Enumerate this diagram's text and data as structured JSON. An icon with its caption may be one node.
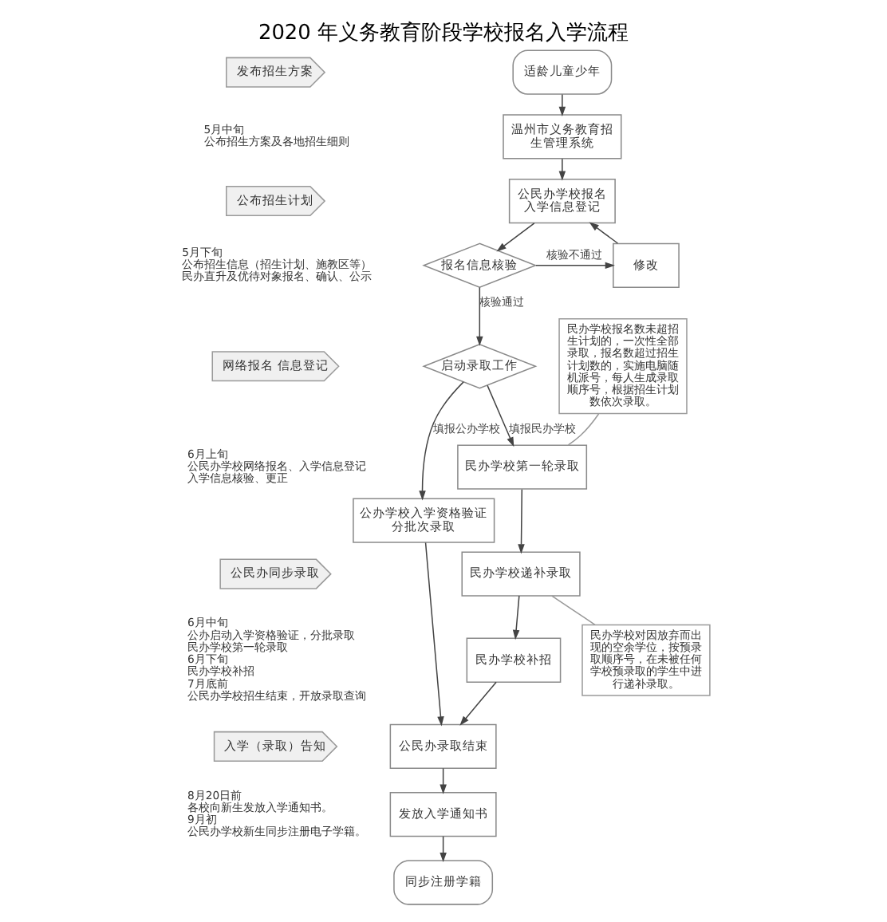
{
  "diagram": {
    "title": "2020 年义务教育阶段学校报名入学流程",
    "nodes": [
      {
        "text": [
          "发布招生方案"
        ],
        "beside": [
          "5月中旬",
          "公布招生方案及各地招生细则"
        ]
      },
      {
        "text": [
          "公布招生计划"
        ],
        "beside": [
          "5月下旬",
          "公布招生信息（招生计划、施教区等）",
          "民办直升及优待对象报名、确认、公示"
        ]
      },
      {
        "text": [
          "网络报名 信息登记"
        ],
        "beside": [
          "6月上旬",
          "公民办学校网络报名、入学信息登记",
          "入学信息核验、更正"
        ]
      },
      {
        "text": [
          "公民办同步录取"
        ],
        "beside": [
          "6月中旬",
          "公办启动入学资格验证，分批录取",
          "民办学校第一轮录取",
          "6月下旬",
          "民办学校补招",
          "7月底前",
          "公民办学校招生结束，开放录取查询"
        ]
      },
      {
        "text": [
          "入学（录取）告知"
        ],
        "beside": [
          "8月20日前",
          "各校向新生发放入学通知书。",
          "9月初",
          "公民办学校新生同步注册电子学籍。"
        ]
      },
      {
        "text": [
          "适龄儿童少年"
        ]
      },
      {
        "text": [
          "温州市义务教育招生管理系统"
        ]
      },
      {
        "text": [
          "公民办学校报名入学信息登记"
        ]
      },
      {
        "text": [
          "报名信息核验"
        ]
      },
      {
        "text": [
          "修改"
        ]
      },
      {
        "text": [
          "启动录取工作"
        ]
      },
      {
        "text": [
          "公办学校入学资格验证分批次录取"
        ]
      },
      {
        "text": [
          "民办学校第一轮录取"
        ]
      },
      {
        "text": [
          "民办学校递补录取"
        ]
      },
      {
        "text": [
          "民办学校补招"
        ]
      },
      {
        "text": [
          "公民办录取结束"
        ]
      },
      {
        "text": [
          "发放入学通知书"
        ]
      },
      {
        "text": [
          "同步注册学籍"
        ]
      },
      {
        "text": [
          "民办学校报名数未超招生计划的，一次性全部录取，报名数超过招生计划数的，实施电脑随机派号，每人生成录取顺序号，根据招生计划数依次录取。"
        ]
      },
      {
        "text": [
          "民办学校对因放弃而出现的空余学位，按预录取顺序号，在未被任何学校预录取的学生中进行递补录取。"
        ]
      }
    ],
    "edges": [
      {
        "from": 5,
        "to": 6,
        "arrow": "to"
      },
      {
        "from": 6,
        "to": 7,
        "arrow": "to"
      },
      {
        "from": 7,
        "to": 8,
        "arrow": "to"
      },
      {
        "from": 8,
        "to": 9,
        "arrow": "to",
        "label": "核验不通过"
      },
      {
        "from": 9,
        "to": 7,
        "arrow": "to"
      },
      {
        "from": 8,
        "to": 10,
        "arrow": "to",
        "label": "核验通过"
      },
      {
        "from": 10,
        "to": 11,
        "arrow": "to",
        "label": "填报公办学校"
      },
      {
        "from": 10,
        "to": 12,
        "arrow": "to",
        "label": "填报民办学校"
      },
      {
        "from": 12,
        "to": 13,
        "arrow": "to"
      },
      {
        "from": 13,
        "to": 14,
        "arrow": "to"
      },
      {
        "from": 11,
        "to": 15,
        "arrow": "to"
      },
      {
        "from": 14,
        "to": 15,
        "arrow": "to"
      },
      {
        "from": 15,
        "to": 16,
        "arrow": "to"
      },
      {
        "from": 16,
        "to": 17,
        "arrow": "to"
      },
      {
        "from": 18,
        "to": 12,
        "arrow": "none",
        "color": "#999999"
      },
      {
        "from": 19,
        "to": 13,
        "arrow": "none",
        "color": "#999999"
      }
    ]
  }
}
